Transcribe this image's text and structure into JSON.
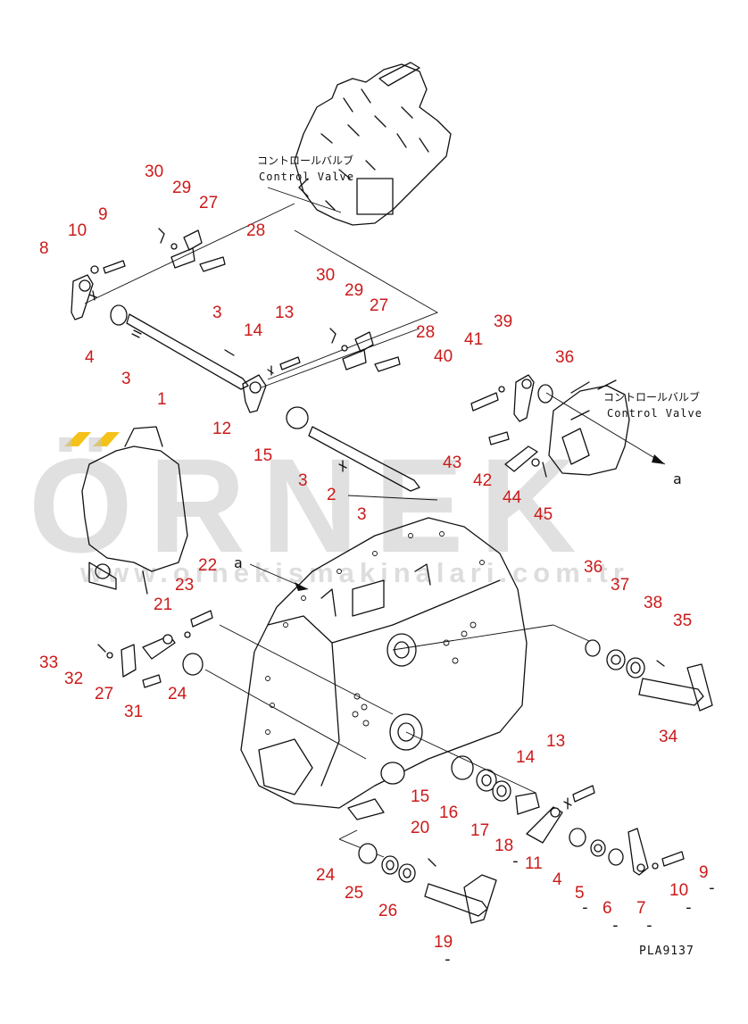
{
  "diagram": {
    "code": "PLA9137",
    "watermark": {
      "brand": "ÖRNEK",
      "url": "www.ornekismakinalari.com.tr",
      "accent_color": "#f4c21a",
      "text_color": "#c8c8c8"
    },
    "control_valve_labels": [
      {
        "jp": "コントロールバルブ",
        "en": "Control Valve"
      },
      {
        "jp": "コントロールバルブ",
        "en": "Control Valve"
      }
    ],
    "arrow_labels": [
      "a",
      "a"
    ],
    "callout_color": "#cc1a1a",
    "callouts": [
      "30",
      "29",
      "27",
      "28",
      "9",
      "10",
      "8",
      "4",
      "3",
      "3",
      "1",
      "14",
      "13",
      "12",
      "30",
      "29",
      "27",
      "28",
      "40",
      "41",
      "39",
      "36",
      "15",
      "3",
      "2",
      "3",
      "43",
      "42",
      "44",
      "45",
      "22",
      "23",
      "21",
      "33",
      "32",
      "27",
      "31",
      "24",
      "36",
      "37",
      "38",
      "35",
      "34",
      "13",
      "14",
      "15",
      "16",
      "17",
      "18",
      "11",
      "20",
      "24",
      "25",
      "26",
      "19",
      "4",
      "5",
      "6",
      "7",
      "9",
      "10"
    ],
    "separators": [
      "-",
      "-",
      "-",
      "-",
      "-",
      "-",
      "-"
    ]
  }
}
